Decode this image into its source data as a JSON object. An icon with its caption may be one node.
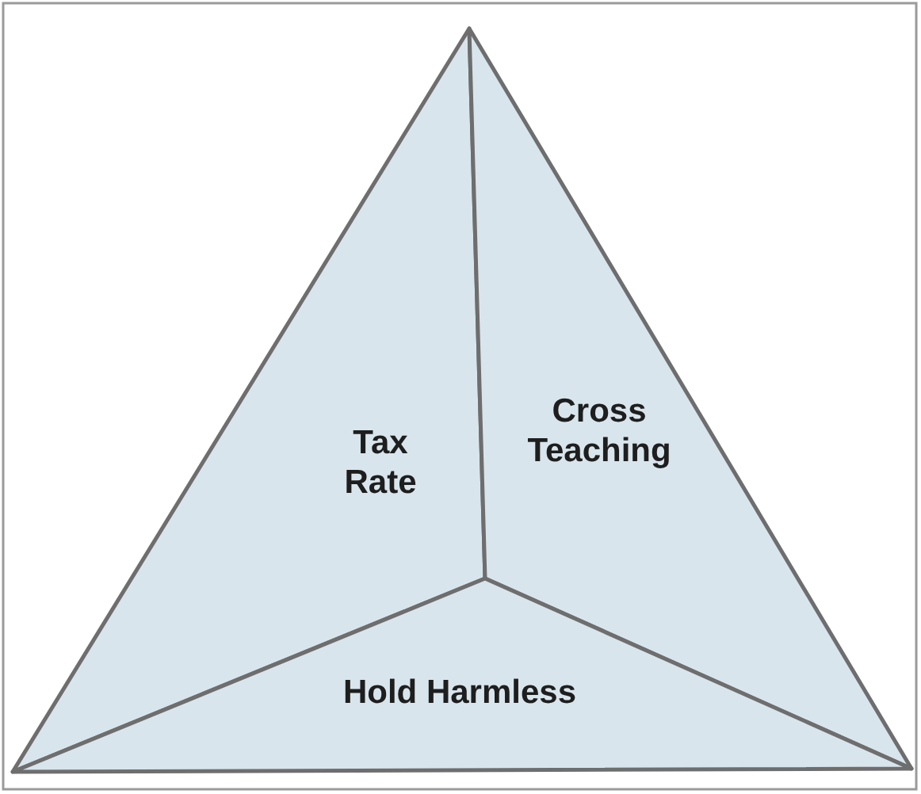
{
  "diagram": {
    "nodes": [
      {
        "text": [
          "Tax Rate"
        ]
      },
      {
        "text": [
          "Cross Teaching"
        ]
      },
      {
        "text": [
          "Hold Harmless"
        ]
      }
    ]
  }
}
